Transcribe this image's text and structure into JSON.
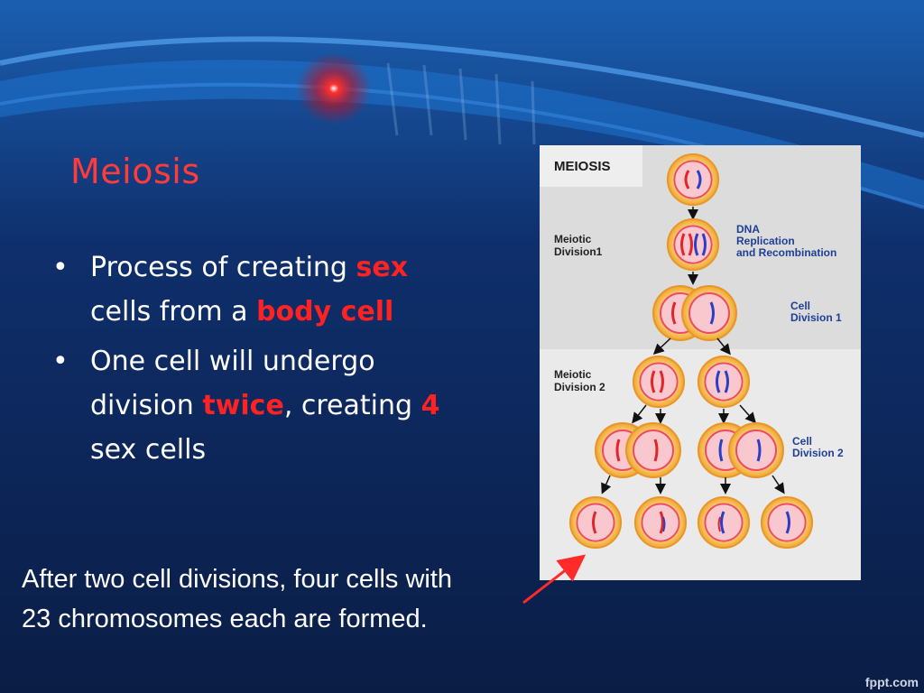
{
  "slide": {
    "title": "Meiosis",
    "bullets": [
      {
        "parts": [
          {
            "t": "Process of creating "
          },
          {
            "t": "sex",
            "em": true
          },
          {
            "t": "\ncells from a "
          },
          {
            "t": "body cell",
            "em": true
          }
        ]
      },
      {
        "parts": [
          {
            "t": "One cell will undergo\ndivision "
          },
          {
            "t": "twice",
            "em": true
          },
          {
            "t": ", creating "
          },
          {
            "t": "4",
            "em": true
          },
          {
            "t": "\nsex cells"
          }
        ]
      }
    ],
    "caption_line1": "After two cell divisions, four cells with",
    "caption_line2": "23 chromosomes each are formed.",
    "footer": "fppt.com",
    "colors": {
      "accent": "#ff2222",
      "title": "#ff3b3b",
      "background": "#0b1f4a"
    }
  },
  "diagram": {
    "heading": "MEIOSIS",
    "label_meiotic1_a": "Meiotic",
    "label_meiotic1_b": "Division1",
    "label_dna_a": "DNA",
    "label_dna_b": "Replication",
    "label_dna_c": "and Recombination",
    "label_celldiv1_a": "Cell",
    "label_celldiv1_b": "Division 1",
    "label_meiotic2_a": "Meiotic",
    "label_meiotic2_b": "Division 2",
    "label_celldiv2_a": "Cell",
    "label_celldiv2_b": "Division 2",
    "colors": {
      "panel": "#dcdcdc",
      "label": "#1e3f96",
      "cell": "#f7b733",
      "nucleus": "#f9c8cf",
      "red_chrom": "#e0252b",
      "blue_chrom": "#2c3fc4"
    }
  }
}
